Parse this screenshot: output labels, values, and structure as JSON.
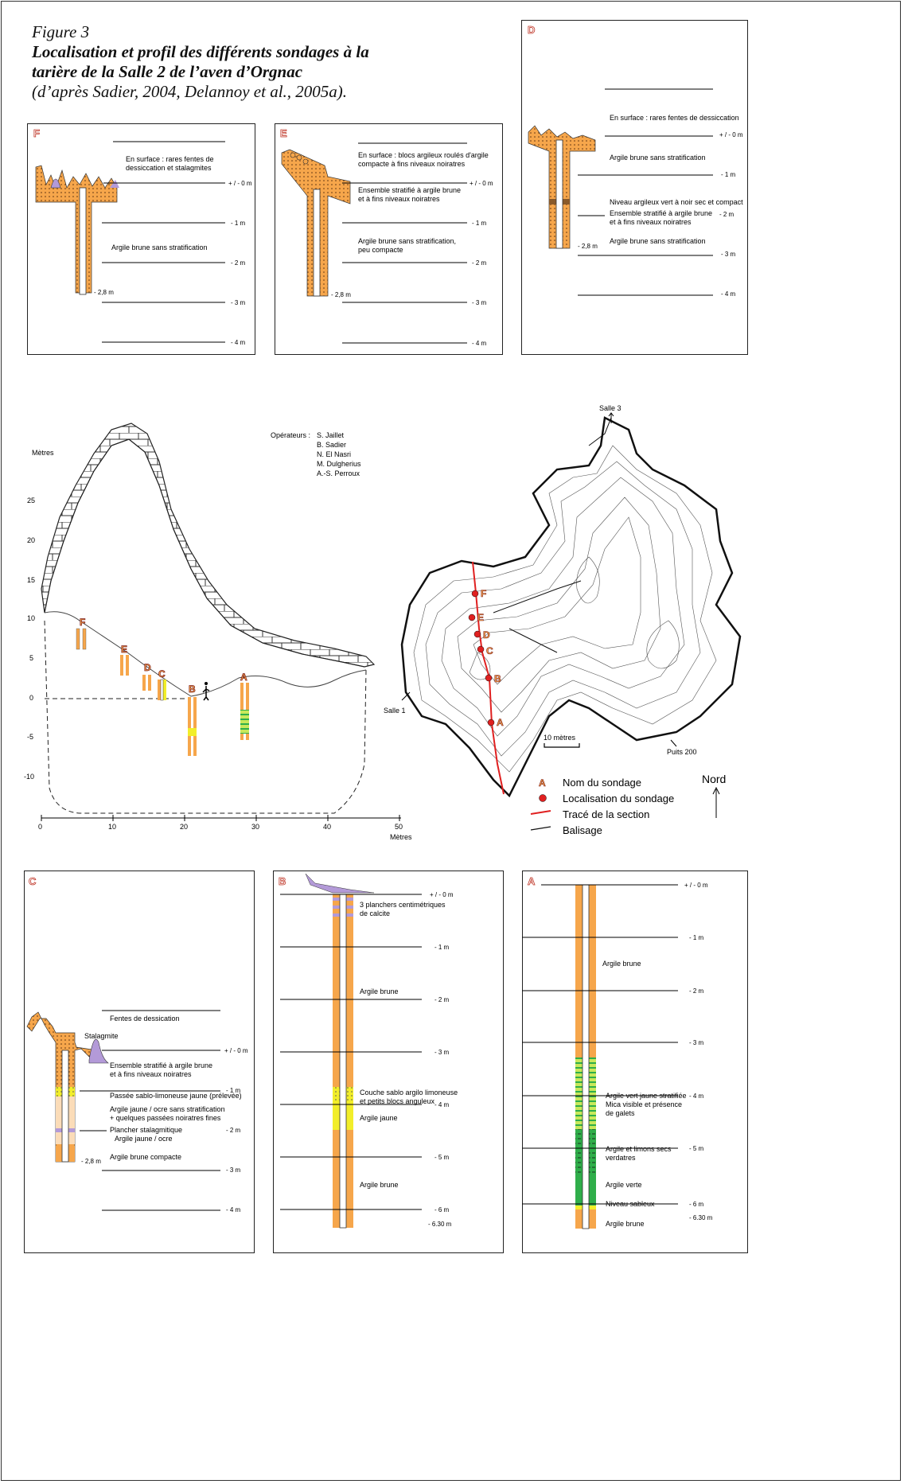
{
  "figure": {
    "number": "Figure 3",
    "title": "Localisation et profil des différents sondages à la tarière de la Salle 2 de l’aven d’Orgnac",
    "source": "(d’après Sadier, 2004, Delannoy et al., 2005a)."
  },
  "colors": {
    "clay": "#f6a64b",
    "yellow": "#f2ee2a",
    "green": "#2fae4a",
    "purple": "#b39ad8",
    "light": "#fbdcb8",
    "red": "#e02020"
  },
  "panels": {
    "F": {
      "letter": "F",
      "labels": [
        "En surface : rares fentes de",
        "dessiccation et stalagmites",
        "Argile brune sans stratification"
      ],
      "depths": [
        "+ / - 0 m",
        "- 1 m",
        "- 2 m",
        "- 3 m",
        "- 4 m"
      ],
      "bottom": "- 2,8 m"
    },
    "E": {
      "letter": "E",
      "labels": [
        "En surface : blocs argileux roulés d'argile",
        "compacte à fins niveaux noiratres",
        "Ensemble stratifié à argile brune",
        "et à fins niveaux noiratres",
        "Argile brune sans stratification,",
        "peu compacte"
      ],
      "depths": [
        "+ / - 0 m",
        "- 1 m",
        "- 2 m",
        "- 3 m",
        "- 4 m"
      ],
      "bottom": "- 2,8 m"
    },
    "D": {
      "letter": "D",
      "labels": [
        "En surface : rares fentes de dessiccation",
        "Argile brune sans stratification",
        "Niveau argileux vert à noir sec et compact",
        "Ensemble stratifié à argile brune",
        "et à fins niveaux noiratres",
        "Argile brune sans stratification"
      ],
      "depths": [
        "+ / - 0 m",
        "- 1 m",
        "- 2 m",
        "- 3 m",
        "- 4 m"
      ],
      "bottom": "- 2,8 m"
    },
    "C": {
      "letter": "C",
      "labels": [
        "Fentes de dessication",
        "Stalagmite",
        "Ensemble stratifié à argile brune",
        "et à fins niveaux noiratres",
        "Passée sablo-limoneuse jaune (prélevée)",
        "Argile jaune / ocre sans stratification",
        "+ quelques passées noiratres fines",
        "Plancher stalagmitique",
        "Argile jaune / ocre",
        "Argile brune compacte"
      ],
      "depths": [
        "+ / - 0 m",
        "- 1 m",
        "- 2 m",
        "- 3 m",
        "- 4 m"
      ],
      "bottom": "- 2,8 m"
    },
    "B": {
      "letter": "B",
      "labels": [
        "3 planchers centimétriques",
        "de calcite",
        "Argile brune",
        "Couche sablo argilo limoneuse",
        "et petits blocs anguleux",
        "Argile jaune",
        "Argile brune"
      ],
      "depths": [
        "+ / - 0 m",
        "- 1 m",
        "- 2 m",
        "- 3 m",
        "- 4 m",
        "- 5 m",
        "- 6 m"
      ],
      "bottom": "- 6.30 m"
    },
    "A": {
      "letter": "A",
      "labels": [
        "Argile brune",
        "Argile vert jaune stratifiée",
        "Mica visible et présence",
        "de galets",
        "Argile et limons secs",
        "verdatres",
        "Argile verte",
        "Niveau sableux",
        "Argile brune"
      ],
      "depths": [
        "+ / - 0 m",
        "- 1 m",
        "- 2 m",
        "- 3 m",
        "- 4 m",
        "- 5 m",
        "- 6 m"
      ],
      "bottom": "- 6.30 m"
    }
  },
  "profile": {
    "y_title": "Mètres",
    "x_title": "Mètres",
    "y_ticks": [
      "25",
      "20",
      "15",
      "10",
      "5",
      "0",
      "-5",
      "-10"
    ],
    "x_ticks": [
      "0",
      "10",
      "20",
      "30",
      "40",
      "50"
    ],
    "operators_label": "Opérateurs :",
    "operators": [
      "S. Jaillet",
      "B. Sadier",
      "N. El Nasri",
      "M. Dulgherius",
      "A.-S. Perroux"
    ],
    "letters": [
      "F",
      "E",
      "D",
      "C",
      "B",
      "A"
    ]
  },
  "map": {
    "salle3": "Salle 3",
    "salle1": "Salle 1",
    "puits": "Puits 200",
    "scale": "10 mètres",
    "points": [
      "F",
      "E",
      "D",
      "C",
      "B",
      "A"
    ],
    "north": "Nord",
    "legend": {
      "name": "Nom du sondage",
      "loc": "Localisation du sondage",
      "section": "Tracé de la section",
      "balisage": "Balisage",
      "letter": "A"
    }
  }
}
